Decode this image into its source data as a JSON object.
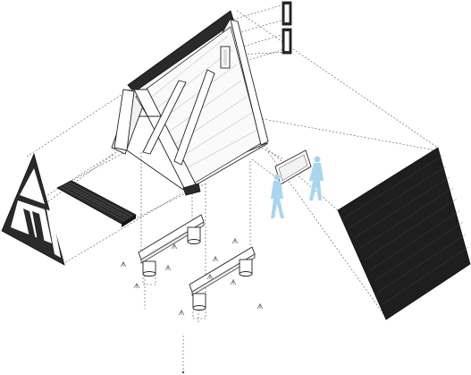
{
  "title": "",
  "components": [
    {
      "name": "a-frame-cabin-structure"
    },
    {
      "name": "window-panels"
    },
    {
      "name": "front-glazed-gable"
    },
    {
      "name": "deck-platform"
    },
    {
      "name": "foundation-beams-on-posts"
    },
    {
      "name": "roof-panel"
    },
    {
      "name": "human-figures-scale"
    },
    {
      "name": "wall-panel-element"
    },
    {
      "name": "grass-tufts"
    }
  ],
  "colors": {
    "ink": "#222222",
    "dark_panel": "#2a2a2a",
    "figure": "#a9d6ee",
    "guide": "#555555"
  }
}
